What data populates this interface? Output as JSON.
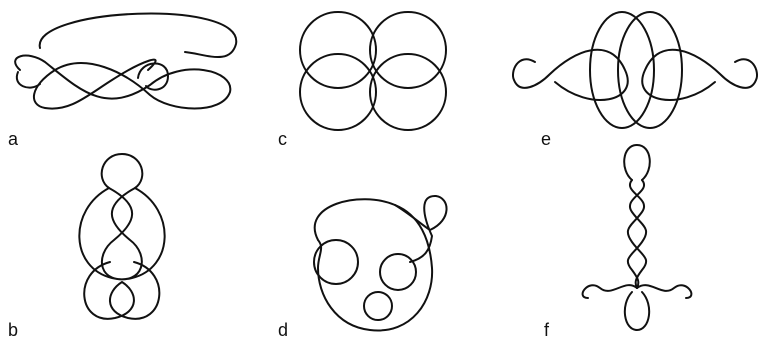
{
  "panels": [
    {
      "id": "a",
      "label": "a"
    },
    {
      "id": "b",
      "label": "b"
    },
    {
      "id": "c",
      "label": "c"
    },
    {
      "id": "d",
      "label": "d"
    },
    {
      "id": "e",
      "label": "e"
    },
    {
      "id": "f",
      "label": "f"
    }
  ]
}
